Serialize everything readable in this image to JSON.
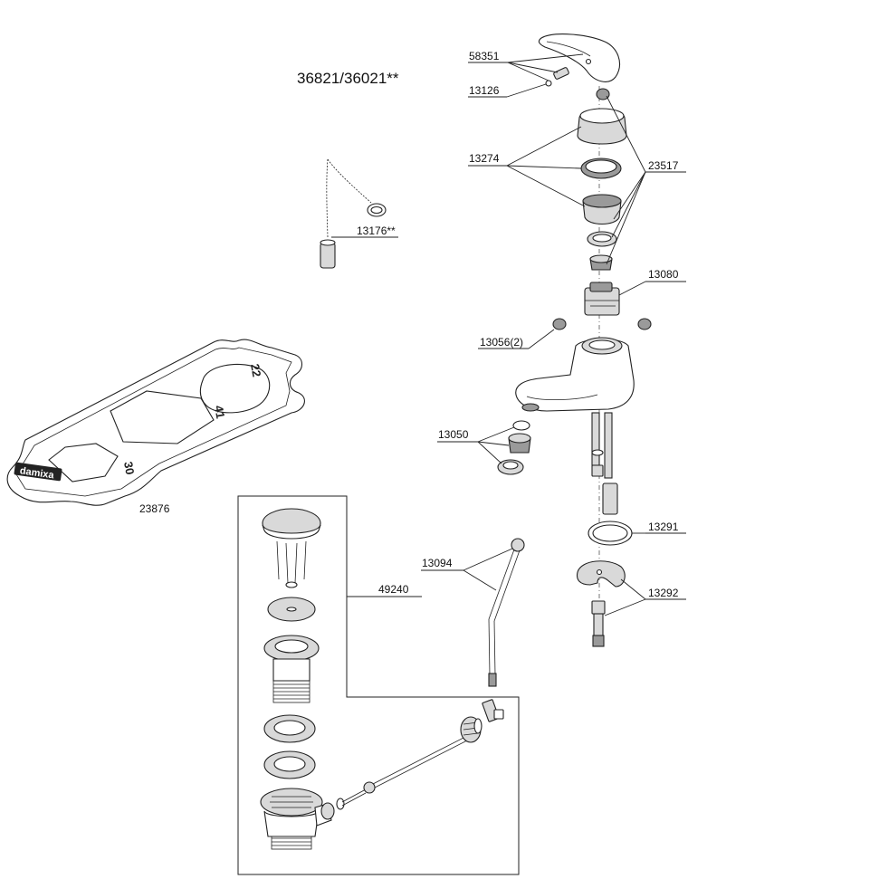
{
  "title": "36821/36021**",
  "callouts": {
    "p58351": "58351",
    "p13126": "13126",
    "p13274": "13274",
    "p23517": "23517",
    "p13176": "13176**",
    "p13080": "13080",
    "p13056": "13056(2)",
    "p13050": "13050",
    "p13291": "13291",
    "p13292": "13292",
    "p13094": "13094",
    "p49240": "49240",
    "p23876": "23876"
  },
  "wrench": {
    "size_22": "22",
    "size_41": "41",
    "size_30": "30",
    "brand": "damixa"
  }
}
